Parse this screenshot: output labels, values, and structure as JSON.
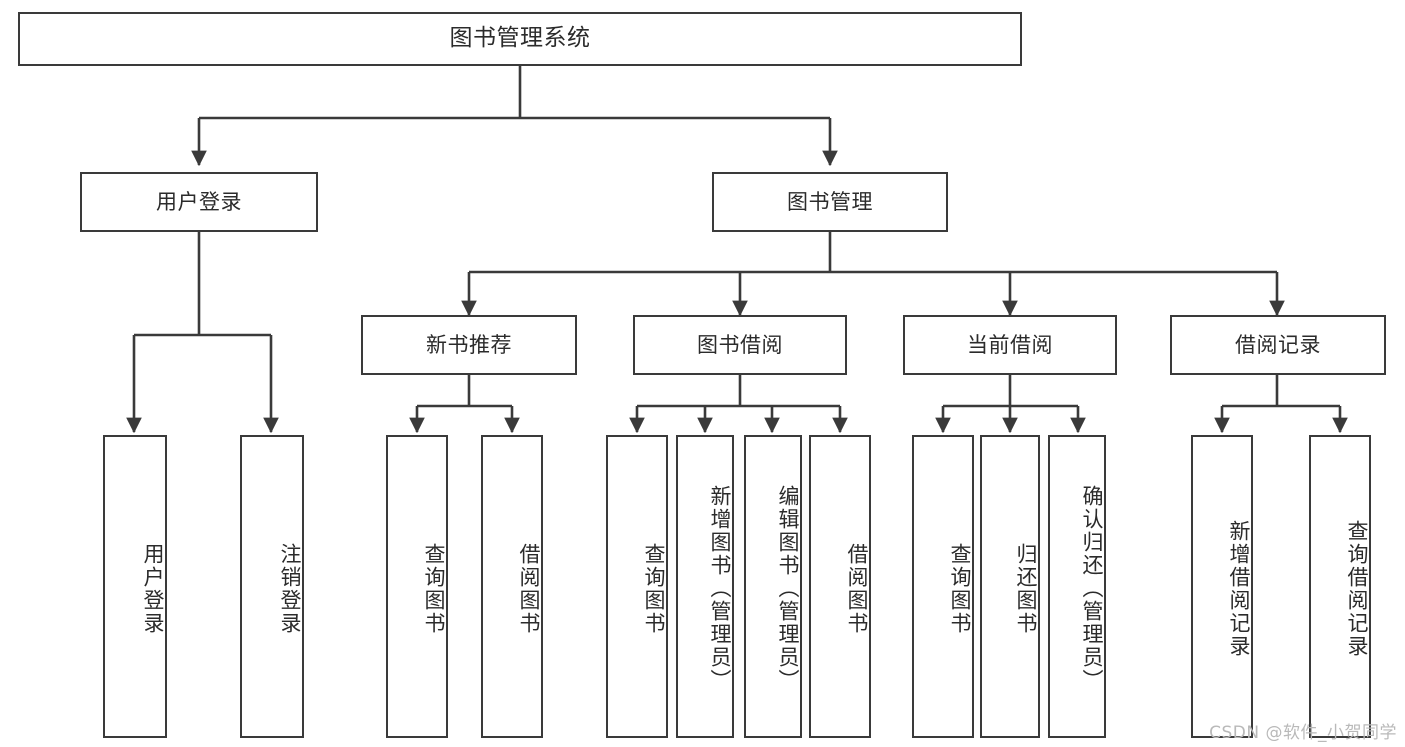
{
  "diagram": {
    "title": "图书管理系统",
    "watermark": "CSDN @软件_小贺同学",
    "stroke_color": "#3a3a3a",
    "text_color": "#2b2b2b",
    "background_color": "#ffffff",
    "nodes": {
      "root": "图书管理系统",
      "level2": [
        "用户登录",
        "图书管理"
      ],
      "level3": [
        "新书推荐",
        "图书借阅",
        "当前借阅",
        "借阅记录"
      ],
      "leaves": {
        "user_login": [
          "用户登录",
          "注销登录"
        ],
        "new_book": [
          "查询图书",
          "借阅图书"
        ],
        "book_borrow": [
          "查询图书",
          "新增图书（管理员）",
          "编辑图书（管理员）",
          "借阅图书"
        ],
        "current_borrow": [
          "查询图书",
          "归还图书",
          "确认归还（管理员）"
        ],
        "borrow_record": [
          "新增借阅记录",
          "查询借阅记录"
        ]
      }
    }
  }
}
